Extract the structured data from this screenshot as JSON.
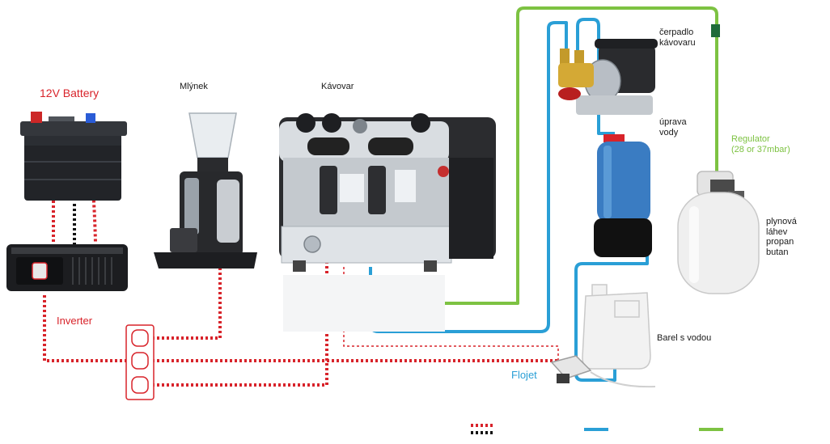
{
  "colors": {
    "power": "#d8232a",
    "dc": "#111111",
    "water": "#2a9fd6",
    "gas": "#7dc242",
    "metal": "#c9cdd2",
    "dark": "#2b2b2b",
    "tank_blue": "#3a7cc2"
  },
  "labels": {
    "battery": "12V Battery",
    "grinder": "Mlýnek",
    "machine": "Kávovar",
    "pump": "čerpadlo\nkávovaru",
    "treatment": "úprava\nvody",
    "regulator": "Regulator\n(28 or 37mbar)",
    "cylinder": "plynová\nláhev\npropan\nbutan",
    "inverter": "Inverter",
    "canister": "Barel s vodou",
    "flojet": "Flojet"
  },
  "icons": [
    "battery-icon",
    "inverter-icon",
    "grinder-icon",
    "espresso-machine-icon",
    "pump-icon",
    "water-filter-icon",
    "gas-cylinder-icon",
    "water-canister-icon",
    "flojet-pump-icon",
    "power-strip-icon"
  ]
}
